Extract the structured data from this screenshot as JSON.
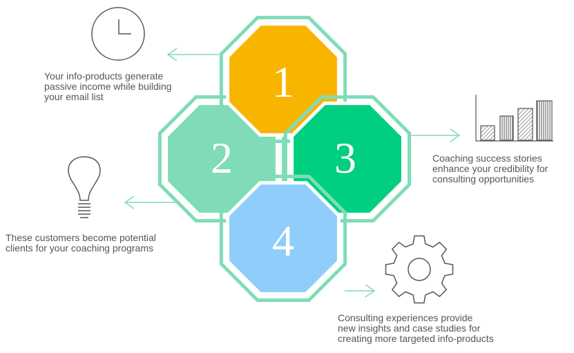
{
  "colors": {
    "frame": "#7fdcb6",
    "step1": "#f8b500",
    "step2": "#7fdcb6",
    "step3": "#00cf80",
    "step4": "#8fcdfa",
    "icon_stroke": "#555555",
    "text": "#555555"
  },
  "steps": [
    {
      "number": "1",
      "icon": "clock-icon",
      "caption": [
        "Your info-products generate",
        "passive income while building",
        "your email list"
      ]
    },
    {
      "number": "2",
      "icon": "lightbulb-icon",
      "caption": [
        "These customers become potential",
        "clients for your coaching programs"
      ]
    },
    {
      "number": "3",
      "icon": "bar-chart-icon",
      "caption": [
        "Coaching success stories",
        "enhance your credibility for",
        "consulting opportunities"
      ]
    },
    {
      "number": "4",
      "icon": "gear-icon",
      "caption": [
        "Consulting experiences provide",
        "new insights and case studies for",
        "creating more targeted info-products"
      ]
    }
  ]
}
